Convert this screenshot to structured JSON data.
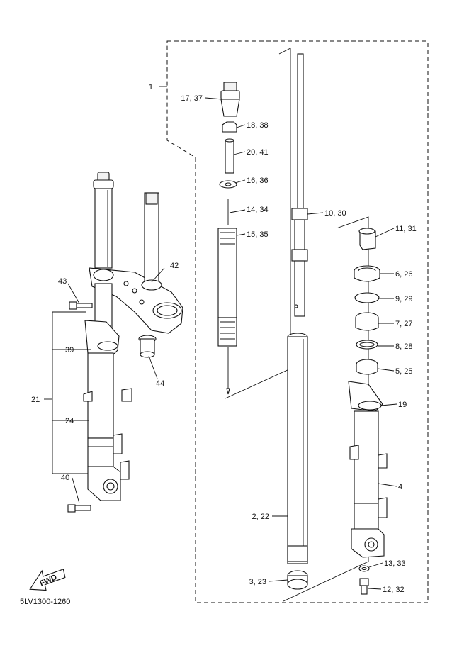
{
  "callouts": [
    {
      "id": "c1",
      "text": "1"
    },
    {
      "id": "c17",
      "text": "17, 37"
    },
    {
      "id": "c18",
      "text": "18, 38"
    },
    {
      "id": "c20",
      "text": "20, 41"
    },
    {
      "id": "c16",
      "text": "16, 36"
    },
    {
      "id": "c14",
      "text": "14, 34"
    },
    {
      "id": "c15",
      "text": "15, 35"
    },
    {
      "id": "c10",
      "text": "10, 30"
    },
    {
      "id": "c11",
      "text": "11, 31"
    },
    {
      "id": "c6",
      "text": "6, 26"
    },
    {
      "id": "c9",
      "text": "9, 29"
    },
    {
      "id": "c7",
      "text": "7, 27"
    },
    {
      "id": "c8",
      "text": "8, 28"
    },
    {
      "id": "c5",
      "text": "5, 25"
    },
    {
      "id": "c19",
      "text": "19"
    },
    {
      "id": "c4",
      "text": "4"
    },
    {
      "id": "c2",
      "text": "2, 22"
    },
    {
      "id": "c3",
      "text": "3, 23"
    },
    {
      "id": "c13",
      "text": "13, 33"
    },
    {
      "id": "c12",
      "text": "12, 32"
    },
    {
      "id": "c42",
      "text": "42"
    },
    {
      "id": "c43",
      "text": "43"
    },
    {
      "id": "c44",
      "text": "44"
    },
    {
      "id": "c39",
      "text": "39"
    },
    {
      "id": "c21",
      "text": "21"
    },
    {
      "id": "c24",
      "text": "24"
    },
    {
      "id": "c40",
      "text": "40"
    }
  ],
  "fwd_label": "FWD",
  "diagram_code": "5LV1300-1260"
}
